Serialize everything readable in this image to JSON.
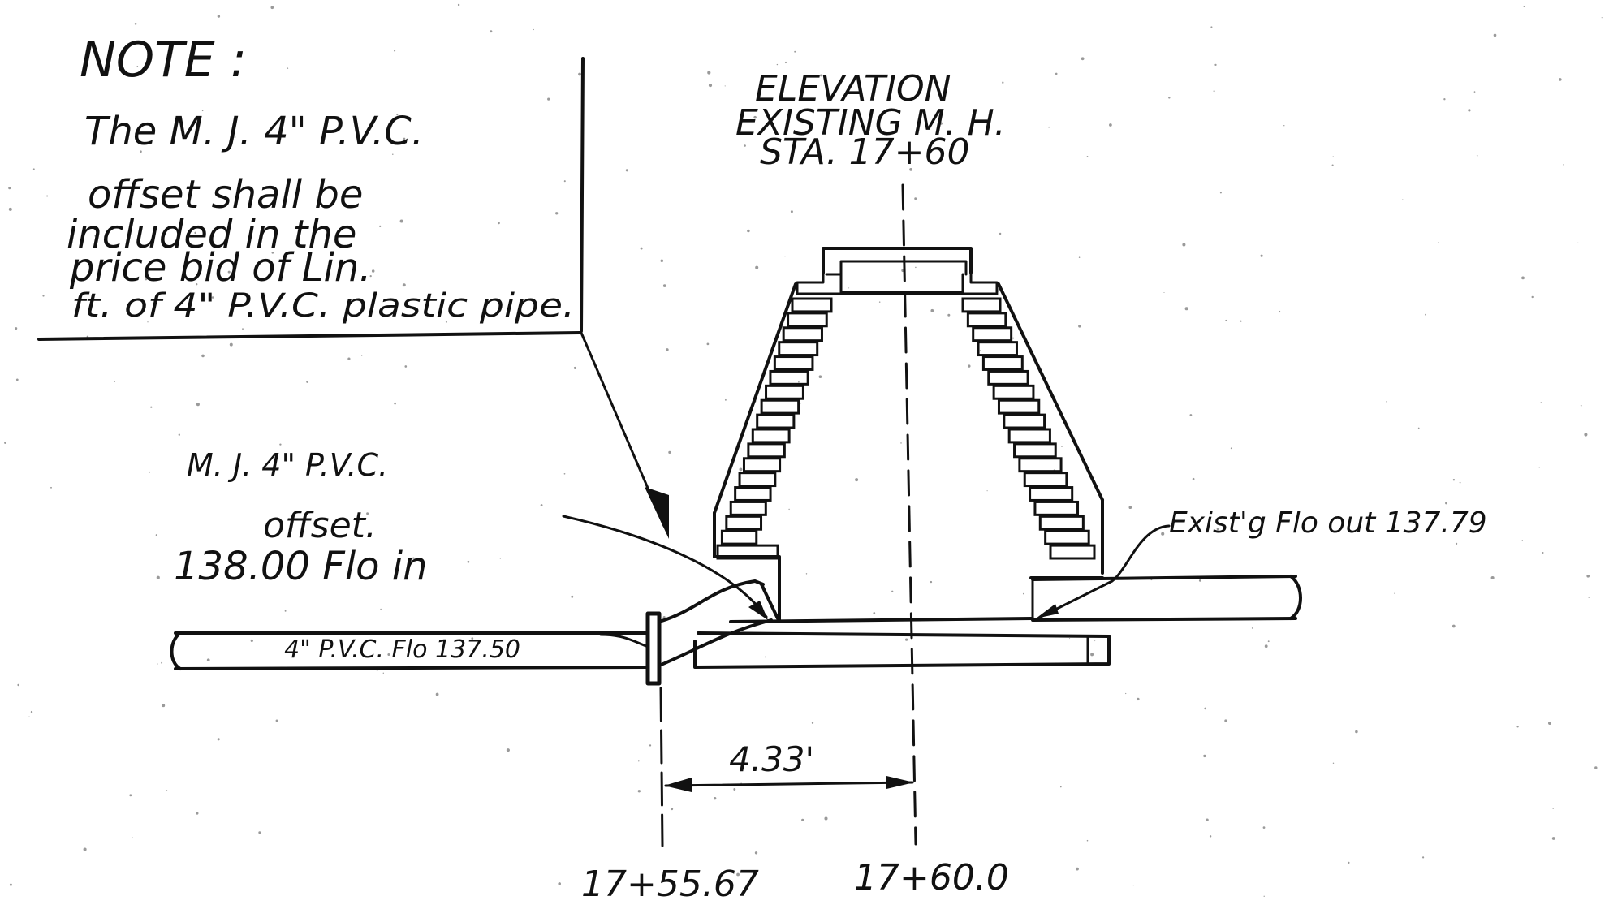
{
  "note": {
    "heading": "NOTE :",
    "lines": [
      "The  M. J. 4\" P.V.C.",
      "offset shall be",
      "included  in the",
      "price  bid  of  Lin.",
      "ft.  of  4\" P.V.C. plastic pipe."
    ]
  },
  "elevation": {
    "title_lines": [
      "ELEVATION",
      "EXISTING  M. H.",
      "STA.  17+60"
    ]
  },
  "labels": {
    "offset_line1": "M. J. 4\" P.V.C.",
    "offset_line2": "offset.",
    "flow_in": "138.00  Flo in",
    "pipe_label": "4\" P.V.C.  Flo  137.50",
    "flow_out": "Exist'g  Flo out 137.79",
    "dimension": "4.33'",
    "station_left": "17+55.67",
    "station_right": "17+60.0"
  },
  "colors": {
    "ink": "#111111",
    "paper": "#ffffff"
  }
}
